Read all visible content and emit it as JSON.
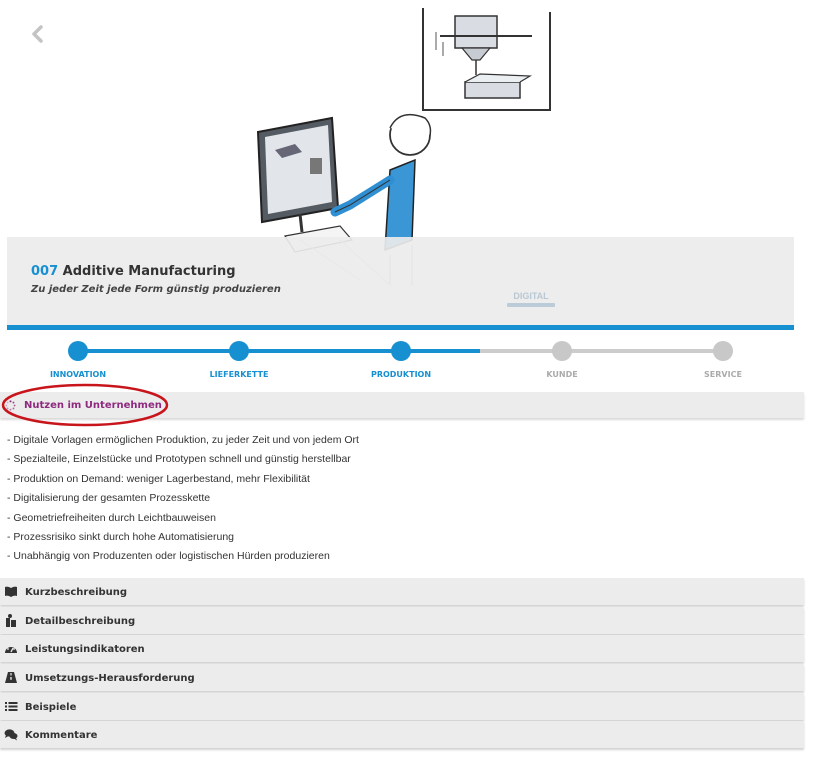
{
  "hero": {
    "number": "007",
    "title": "Additive Manufacturing",
    "subtitle": "Zu jeder Zeit jede Form günstig produzieren",
    "logo_text": "DIGITAL"
  },
  "stepper": {
    "steps": [
      {
        "label": "INNOVATION",
        "active": true
      },
      {
        "label": "LIEFERKETTE",
        "active": true
      },
      {
        "label": "PRODUKTION",
        "active": true
      },
      {
        "label": "KUNDE",
        "active": false
      },
      {
        "label": "SERVICE",
        "active": false
      }
    ],
    "colors": {
      "active": "#1690d0",
      "inactive": "#c8c8c8"
    }
  },
  "nutzen": {
    "label": "Nutzen im Unternehmen",
    "items": [
      "- Digitale Vorlagen ermöglichen Produktion, zu jeder Zeit und von jedem Ort",
      "- Spezialteile, Einzelstücke und Prototypen schnell und günstig herstellbar",
      "- Produktion on Demand: weniger Lagerbestand, mehr Flexibilität",
      "- Digitalisierung der gesamten Prozesskette",
      "- Geometriefreiheiten durch Leichtbauweisen",
      "- Prozessrisiko sinkt durch hohe Automatisierung",
      "- Unabhängig von Produzenten oder logistischen Hürden produzieren"
    ]
  },
  "sections": [
    {
      "label": "Kurzbeschreibung",
      "icon": "book-icon"
    },
    {
      "label": "Detailbeschreibung",
      "icon": "books-icon"
    },
    {
      "label": "Leistungsindikatoren",
      "icon": "gauge-icon"
    },
    {
      "label": "Umsetzungs-Herausforderung",
      "icon": "road-icon"
    },
    {
      "label": "Beispiele",
      "icon": "list-icon"
    },
    {
      "label": "Kommentare",
      "icon": "comments-icon"
    }
  ],
  "colors": {
    "accent": "#1690d0",
    "nutzen": "#8e2a7f",
    "highlight_ring": "#c8151b"
  }
}
